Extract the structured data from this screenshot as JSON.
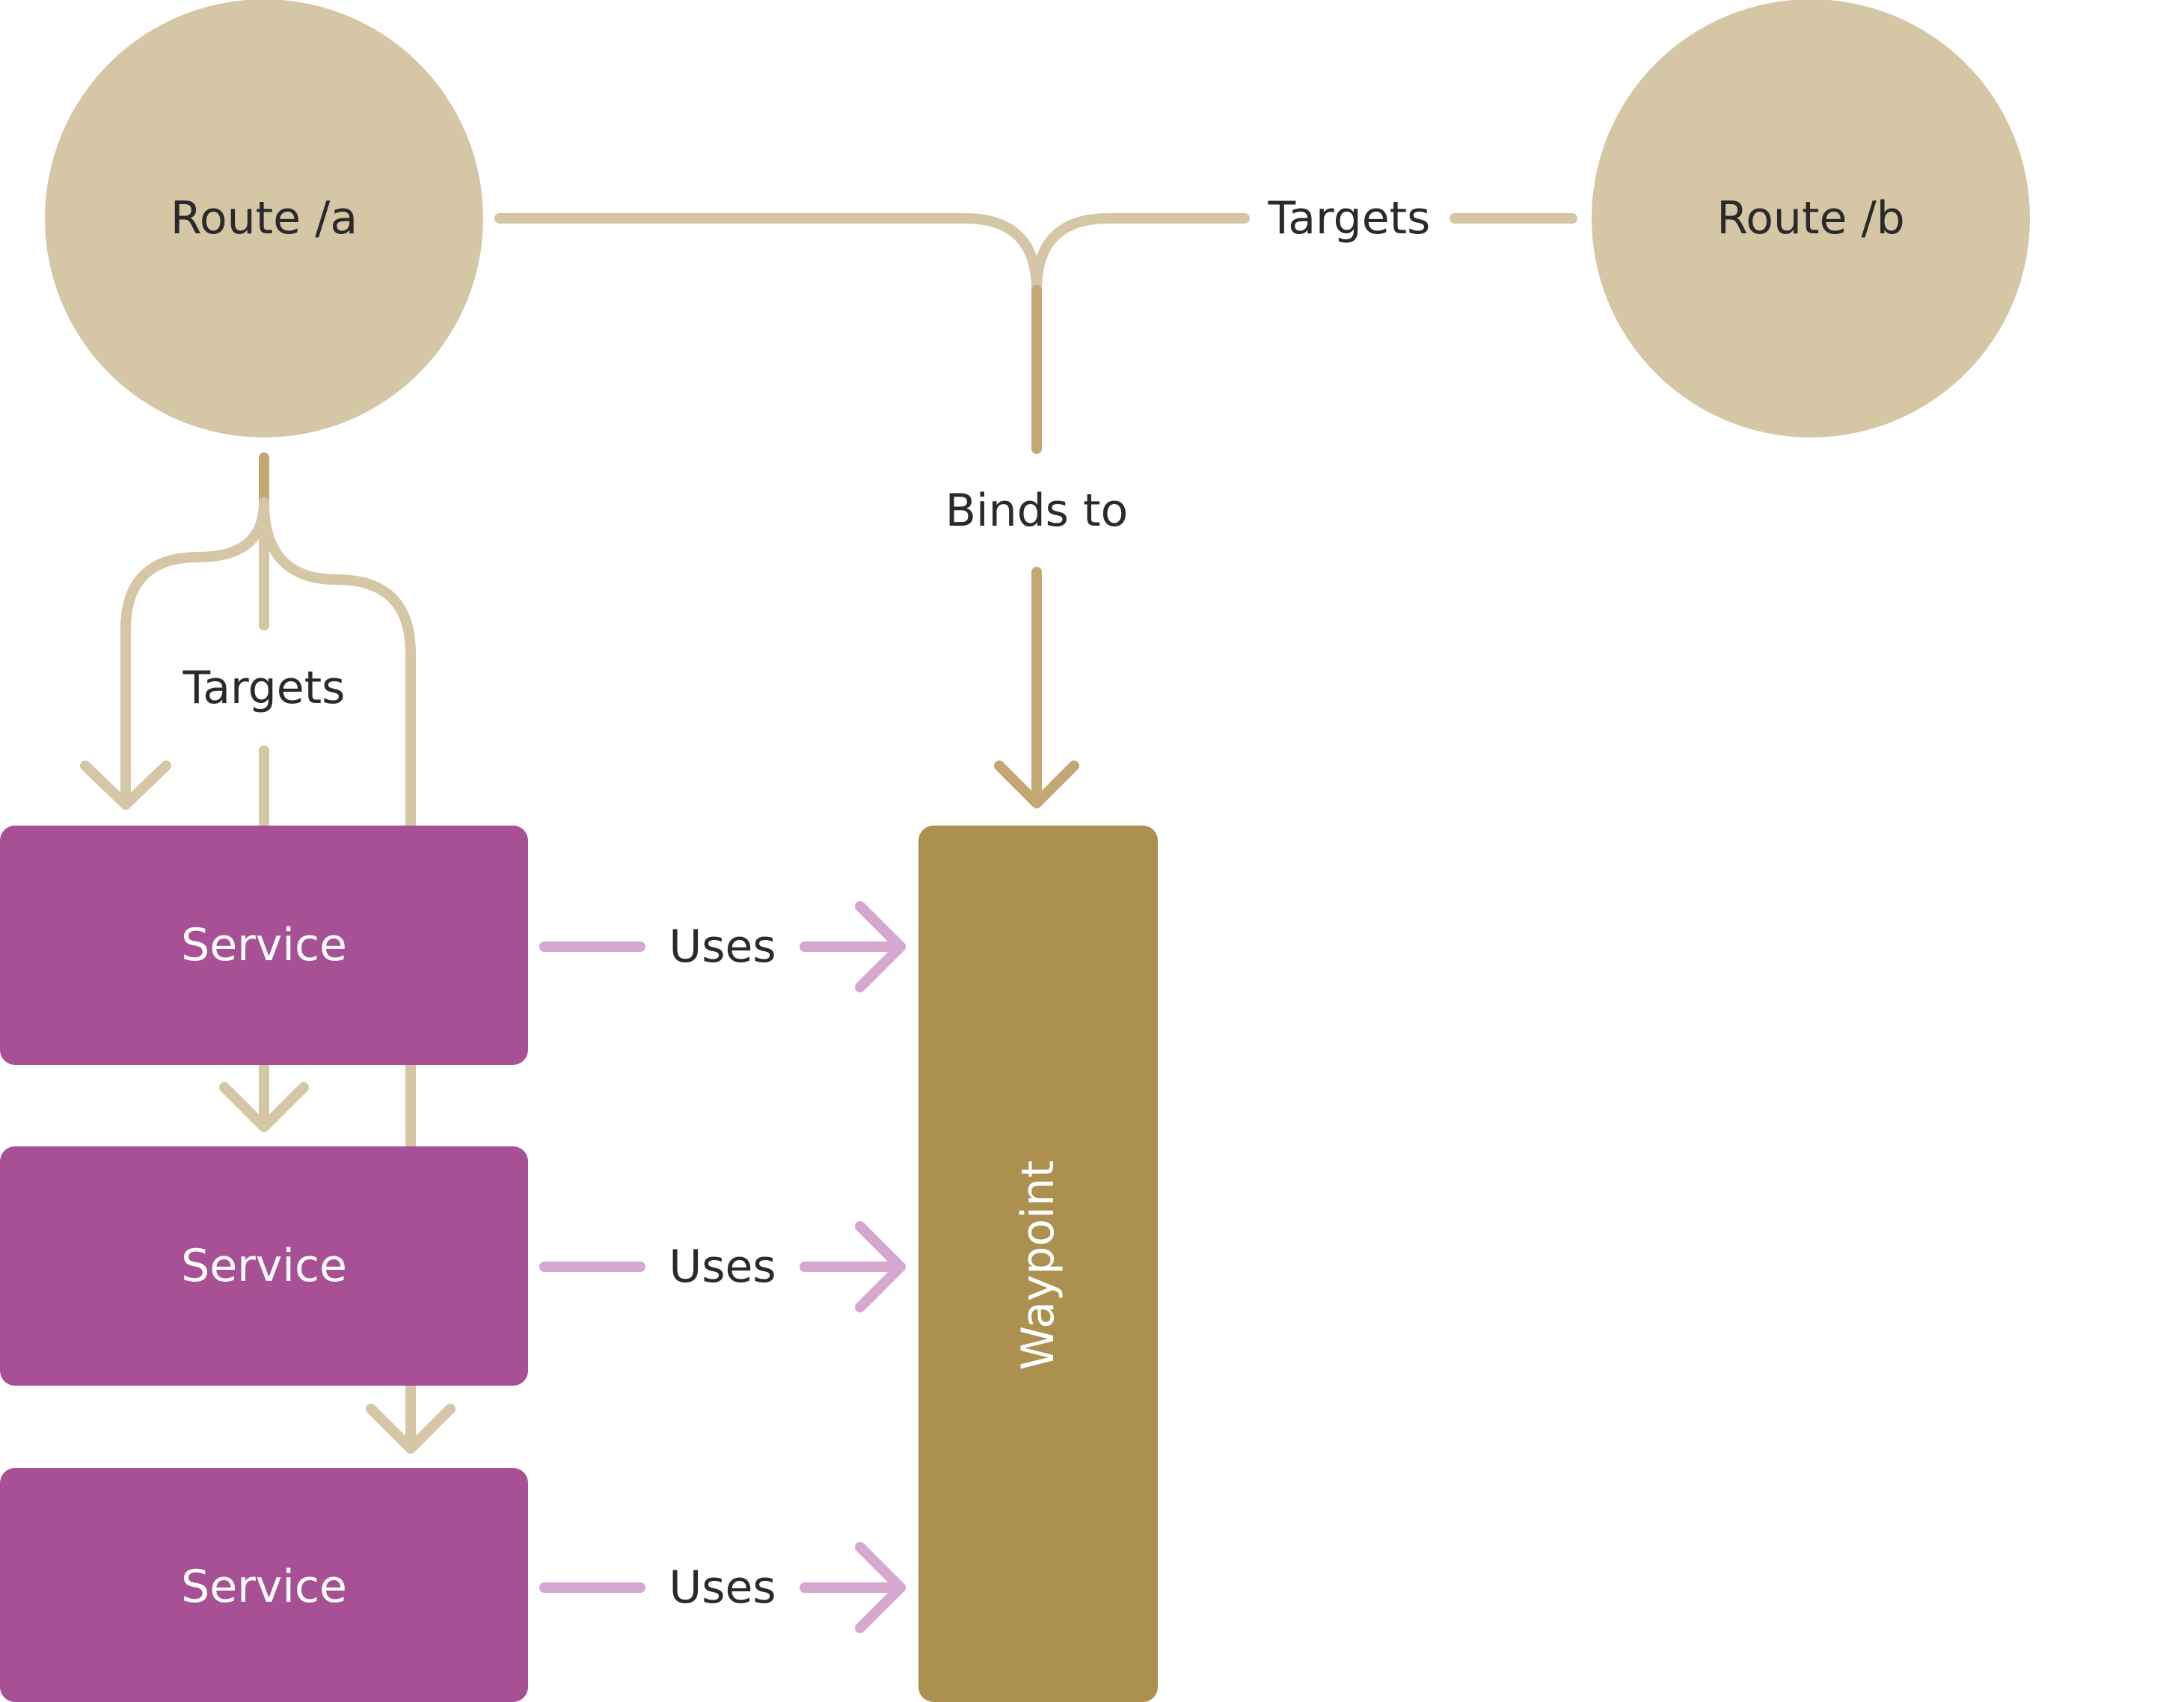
{
  "colors": {
    "route": "#d5c6a6",
    "service": "#a85095",
    "waypoint": "#ab904f",
    "targets_line": "#d5c6a6",
    "binds_line": "#c3a874",
    "uses_line": "#d6a7cf",
    "node_text_dark": "#2a2a2a",
    "node_text_light": "#ffffff",
    "edge_text": "#2a2a2a"
  },
  "nodes": {
    "route_a": {
      "label": "Route /a",
      "kind": "route"
    },
    "route_b": {
      "label": "Route /b",
      "kind": "route"
    },
    "service_1": {
      "label": "Service",
      "kind": "service"
    },
    "service_2": {
      "label": "Service",
      "kind": "service"
    },
    "service_3": {
      "label": "Service",
      "kind": "service"
    },
    "waypoint": {
      "label": "Waypoint",
      "kind": "waypoint"
    }
  },
  "edges": {
    "targets_routes": {
      "label": "Targets",
      "from": "route_a",
      "to": "route_b"
    },
    "binds_to": {
      "label": "Binds to",
      "from": "routes",
      "to": "waypoint"
    },
    "targets_services": {
      "label": "Targets",
      "from": "route_a",
      "to": "services"
    },
    "uses_1": {
      "label": "Uses",
      "from": "service_1",
      "to": "waypoint"
    },
    "uses_2": {
      "label": "Uses",
      "from": "service_2",
      "to": "waypoint"
    },
    "uses_3": {
      "label": "Uses",
      "from": "service_3",
      "to": "waypoint"
    }
  }
}
